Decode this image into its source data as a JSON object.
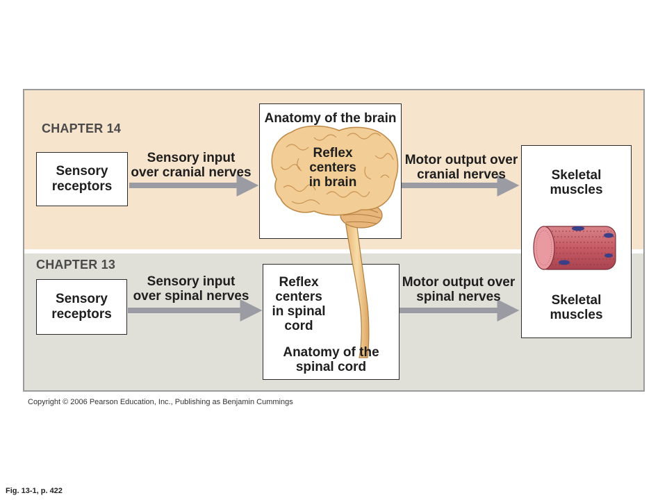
{
  "chapter_top": "CHAPTER 14",
  "chapter_bottom": "CHAPTER 13",
  "top": {
    "receptors": "Sensory\nreceptors",
    "input": "Sensory input\nover cranial nerves",
    "brain_title": "Anatomy of the brain",
    "brain_centers": "Reflex\ncenters\nin brain",
    "output": "Motor output over\ncranial nerves",
    "muscles": "Skeletal\nmuscles"
  },
  "bottom": {
    "receptors": "Sensory\nreceptors",
    "input": "Sensory input\nover spinal nerves",
    "cord_centers": "Reflex\ncenters\nin spinal\ncord",
    "cord_title": "Anatomy of the\nspinal cord",
    "output": "Motor output over\nspinal nerves",
    "muscles": "Skeletal\nmuscles"
  },
  "copyright": "Copyright © 2006 Pearson Education, Inc., Publishing as Benjamin Cummings",
  "fig_ref": "Fig. 13-1,  p. 422",
  "colors": {
    "top_band": "#f7e4cc",
    "bottom_band": "#e1e0d8",
    "arrow": "#9b9ba3",
    "brain": "#f0c98f",
    "muscle": "#c8606a"
  }
}
